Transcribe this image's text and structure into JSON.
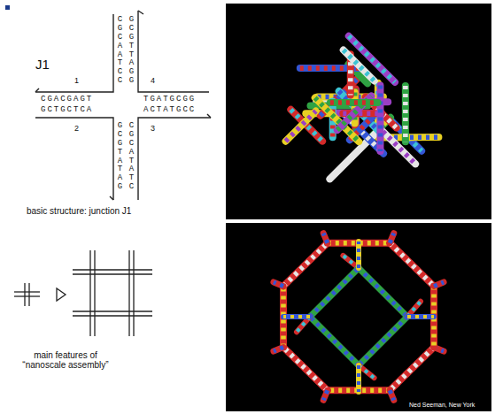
{
  "diagram": {
    "labels": [
      "J1",
      "1",
      "4",
      "2",
      "3",
      "CGCAATCC",
      "GCGTTAGG",
      "CGACGAGT",
      "GCTGCTCA",
      "TGATGCGG",
      "ACTATGCC",
      "GCGTATAG",
      "CGCATATC",
      "basic structure: junction J1",
      "main features of “nanoscale assembly”",
      "Ned Seeman, New York"
    ]
  }
}
